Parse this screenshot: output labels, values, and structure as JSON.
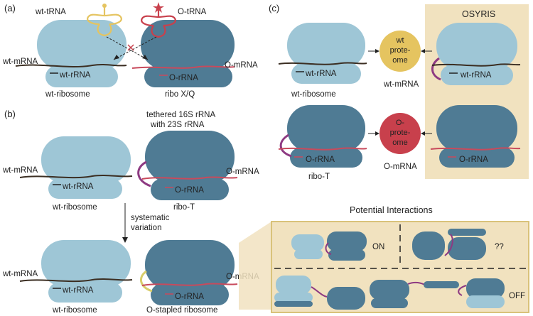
{
  "colors": {
    "wt_ribosome": "#9ec6d6",
    "o_ribosome": "#4f7b94",
    "wt_mrna": "#3b2e22",
    "o_mrna": "#c84a5c",
    "tether": "#8e3a82",
    "staple": "#d8cd6a",
    "wt_trna": "#e5c460",
    "o_trna": "#c8404c",
    "wt_proteome": "#e5c460",
    "o_proteome": "#c8404c",
    "highlight_bg": "#f1e2bf",
    "highlight_border": "#d9c27a"
  },
  "panel_a": {
    "label": "(a)",
    "wt_trna": "wt-tRNA",
    "o_trna": "O-tRNA",
    "wt_mrna": "wt-mRNA",
    "o_mrna": "O-mRNA",
    "wt_rrna": "wt-rRNA",
    "o_rrna": "O-rRNA",
    "wt_ribosome": "wt-ribosome",
    "ribo_xq": "ribo X/Q"
  },
  "panel_b": {
    "label": "(b)",
    "tether_line1": "tethered 16S rRNA",
    "tether_line2": "with 23S rRNA",
    "wt_mrna_1": "wt-mRNA",
    "o_mrna_1": "O-mRNA",
    "wt_rrna_1": "wt-rRNA",
    "o_rrna_1": "O-rRNA",
    "wt_ribosome_1": "wt-ribosome",
    "ribo_t": "ribo-T",
    "variation_line1": "systematic",
    "variation_line2": "variation",
    "wt_mrna_2": "wt-mRNA",
    "o_mrna_2": "O-mRNA",
    "wt_rrna_2": "wt-rRNA",
    "o_rrna_2": "O-rRNA",
    "wt_ribosome_2": "wt-ribosome",
    "o_stapled": "O-stapled ribosome"
  },
  "panel_c": {
    "label": "(c)",
    "osyris": "OSYRIS",
    "wt_proteome_line1": "wt",
    "wt_proteome_line2": "prote-",
    "wt_proteome_line3": "ome",
    "o_proteome_line1": "O-",
    "o_proteome_line2": "prote-",
    "o_proteome_line3": "ome",
    "wt_mrna": "wt-mRNA",
    "o_mrna": "O-mRNA",
    "wt_rrna_1": "wt-rRNA",
    "wt_rrna_2": "wt-rRNA",
    "o_rrna_1": "O-rRNA",
    "o_rrna_2": "O-rRNA",
    "wt_ribosome": "wt-ribosome",
    "ribo_t": "ribo-T"
  },
  "interactions": {
    "title": "Potential Interactions",
    "on": "ON",
    "unknown": "??",
    "off": "OFF"
  }
}
